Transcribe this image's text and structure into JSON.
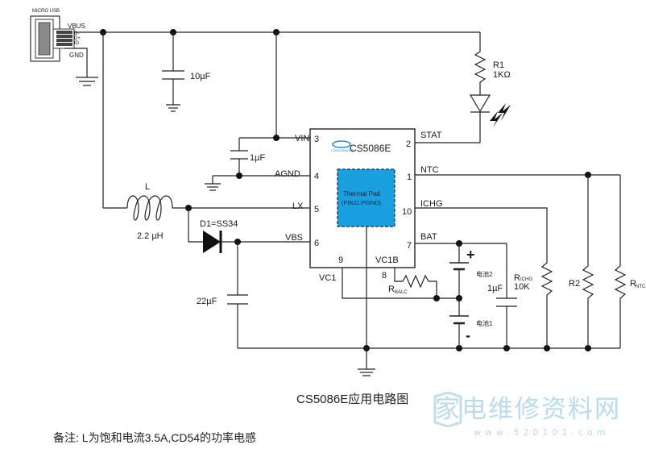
{
  "usb": {
    "title": "MICRO USB",
    "vbus": "VBUS",
    "gnd": "GND",
    "pin_dm": "D-",
    "pin_dp": "D+",
    "pin_id": "ID"
  },
  "parts": {
    "c_in": "10µF",
    "c_vin": "1µF",
    "r1_name": "R1",
    "r1_value": "1KΩ",
    "l_name": "L",
    "l_value": "2.2 µH",
    "diode": "D1=SS34",
    "c_out": "22µF",
    "c_bat": "1µF",
    "rbalc": "R",
    "rbalc_sub": "BALC",
    "bat2": "电池2",
    "bat1": "电池1",
    "richg_name": "R",
    "richg_sub": "ICHG",
    "richg_value": "10K",
    "r2": "R2",
    "rntc": "R",
    "rntc_sub": "NTC",
    "plus": "+",
    "minus": "-"
  },
  "ic": {
    "name": "CS5086E",
    "logo": "CONSONANCE",
    "pad_line1": "Thermal Pad",
    "pad_line2": "(PIN11:PGND)",
    "pins": [
      {
        "num": "3",
        "label": "VIN"
      },
      {
        "num": "4",
        "label": "AGND"
      },
      {
        "num": "5",
        "label": "LX"
      },
      {
        "num": "6",
        "label": "VBS"
      },
      {
        "num": "2",
        "label": "STAT"
      },
      {
        "num": "1",
        "label": "NTC"
      },
      {
        "num": "10",
        "label": "ICHG"
      },
      {
        "num": "7",
        "label": "BAT"
      },
      {
        "num": "9",
        "label": "VC1"
      },
      {
        "num": "8",
        "label": "VC1B"
      }
    ]
  },
  "caption": "CS5086E应用电路图",
  "note": "备注: L为饱和电流3.5A,CD54的功率电感",
  "watermark": {
    "text": "家电维修资料网",
    "url": "www.520101.com"
  }
}
